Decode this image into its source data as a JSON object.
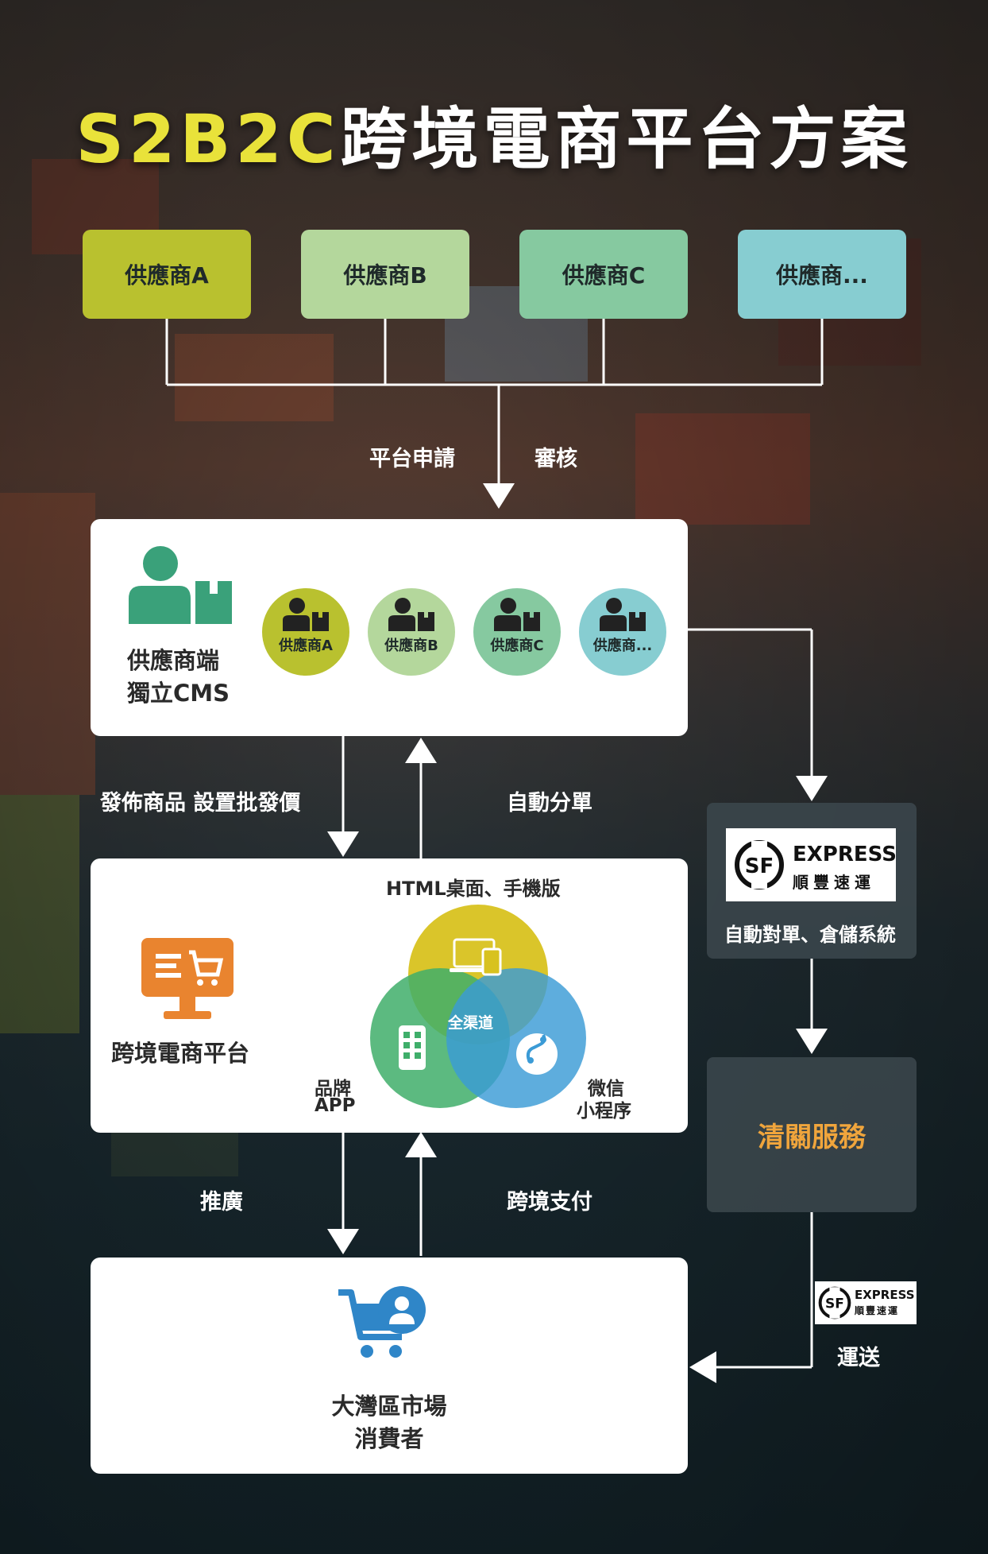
{
  "title": {
    "highlight": "S2B2C",
    "rest": "跨境電商平台方案"
  },
  "suppliers": [
    {
      "label": "供應商A",
      "color": "#b9c12f"
    },
    {
      "label": "供應商B",
      "color": "#b4d79c"
    },
    {
      "label": "供應商C",
      "color": "#86c9a0"
    },
    {
      "label": "供應商...",
      "color": "#87cdd1"
    }
  ],
  "flow_labels": {
    "apply": "平台申請",
    "review": "審核",
    "publish": "發佈商品  設置批發價",
    "auto_split": "自動分單",
    "promote": "推廣",
    "payment": "跨境支付",
    "delivery": "運送"
  },
  "cms": {
    "title_line1": "供應商端",
    "title_line2": "獨立CMS",
    "circles": [
      {
        "label": "供應商A",
        "color": "#b9c12f"
      },
      {
        "label": "供應商B",
        "color": "#b4d79c"
      },
      {
        "label": "供應商C",
        "color": "#86c9a0"
      },
      {
        "label": "供應商...",
        "color": "#87cdd1"
      }
    ]
  },
  "platform": {
    "title": "跨境電商平台",
    "channel_top": "HTML桌面、手機版",
    "channel_center": "全渠道",
    "channel_left_line1": "品牌",
    "channel_left_line2": "APP",
    "channel_right_line1": "微信",
    "channel_right_line2": "小程序",
    "colors": {
      "top": "#d8c21f",
      "left": "#3fae6a",
      "right": "#3b9bd6"
    }
  },
  "consumer": {
    "line1": "大灣區市場",
    "line2": "消費者"
  },
  "express": {
    "brand_top": "EXPRESS",
    "brand_bottom": "順豐速運",
    "logo_letters": "SF",
    "caption": "自動對單、倉儲系統"
  },
  "customs": {
    "label": "清關服務",
    "color": "#f0a53c"
  },
  "accent": {
    "dark_text": "#2a2a2a",
    "cart_blue": "#2f86c8",
    "monitor_orange": "#e9842f",
    "person_green": "#3aa17a"
  }
}
